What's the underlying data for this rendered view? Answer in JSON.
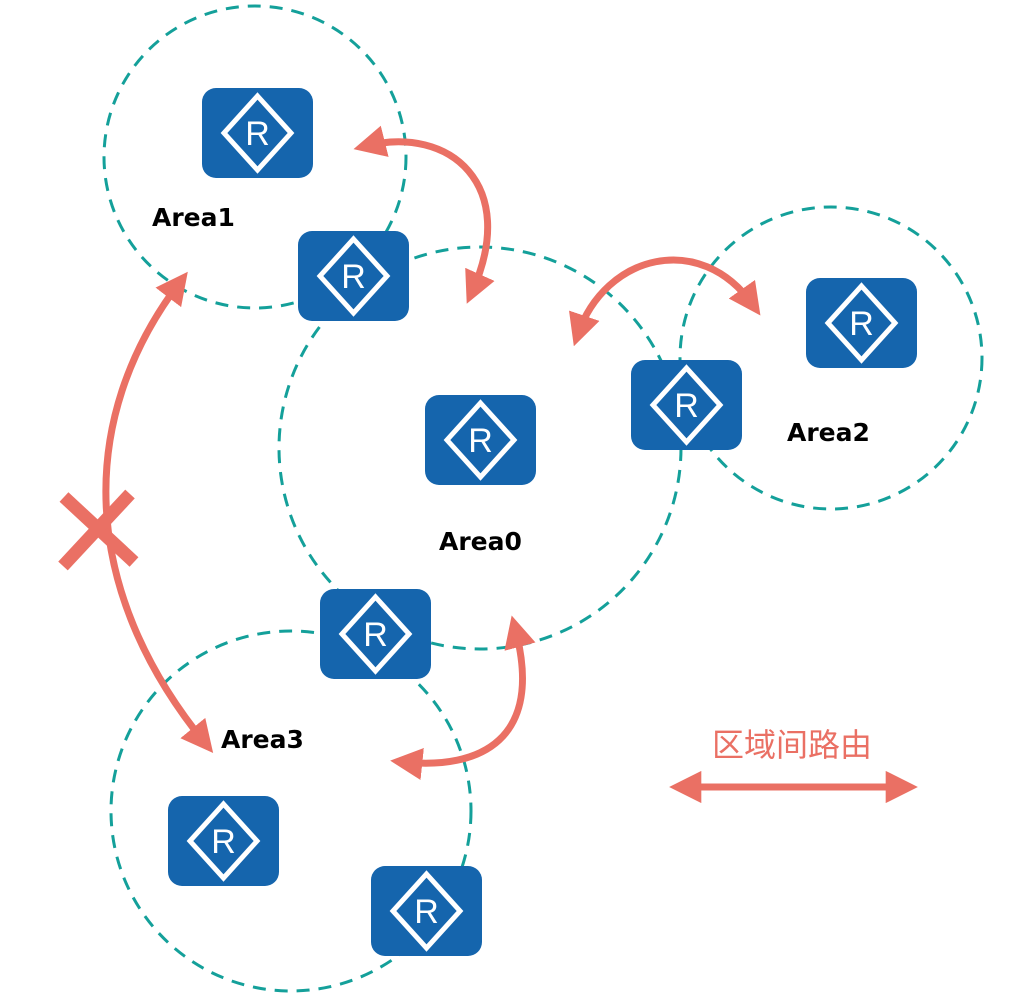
{
  "diagram": {
    "colors": {
      "area_boundary": "#14a09a",
      "router": "#1565ad",
      "router_symbol": "#ffffff",
      "inter_area_route": "#ea7064",
      "label": "#000000"
    },
    "areas": [
      {
        "id": "area1",
        "label": "Area1"
      },
      {
        "id": "area0",
        "label": "Area0"
      },
      {
        "id": "area2",
        "label": "Area2"
      },
      {
        "id": "area3",
        "label": "Area3"
      }
    ],
    "router_symbol_letter": "R",
    "routers": [
      {
        "id": "r-area1-internal",
        "area": "Area1",
        "role": "internal"
      },
      {
        "id": "r-abr-area1-area0",
        "area": "Area1/Area0",
        "role": "ABR"
      },
      {
        "id": "r-area0-internal",
        "area": "Area0",
        "role": "internal"
      },
      {
        "id": "r-abr-area0-area2",
        "area": "Area0/Area2",
        "role": "ABR"
      },
      {
        "id": "r-area2-internal",
        "area": "Area2",
        "role": "internal"
      },
      {
        "id": "r-abr-area0-area3",
        "area": "Area0/Area3",
        "role": "ABR"
      },
      {
        "id": "r-area3-internal-1",
        "area": "Area3",
        "role": "internal"
      },
      {
        "id": "r-area3-internal-2",
        "area": "Area3",
        "role": "internal"
      }
    ],
    "routes": [
      {
        "from": "Area1",
        "to": "Area0",
        "bidirectional": true,
        "allowed": true
      },
      {
        "from": "Area0",
        "to": "Area2",
        "bidirectional": true,
        "allowed": true
      },
      {
        "from": "Area0",
        "to": "Area3",
        "bidirectional": true,
        "allowed": true
      },
      {
        "from": "Area1",
        "to": "Area3",
        "bidirectional": true,
        "allowed": false,
        "marker": "cross"
      }
    ],
    "legend": {
      "label": "区域间路由",
      "symbol": "double-headed-arrow"
    }
  }
}
